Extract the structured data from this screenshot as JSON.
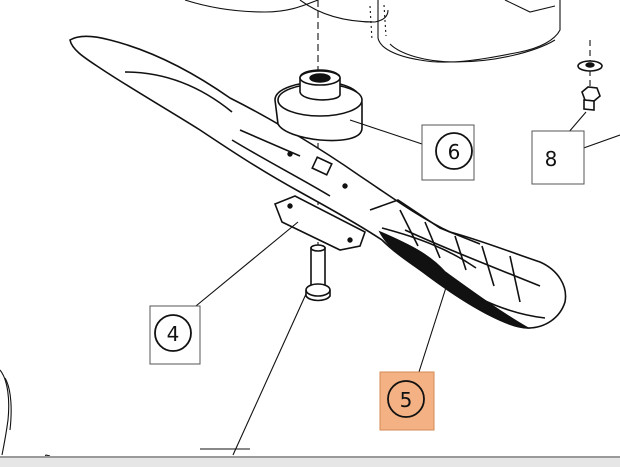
{
  "callouts": {
    "c4": {
      "label": "4"
    },
    "c5": {
      "label": "5",
      "highlight_color": "#f4b183"
    },
    "c6": {
      "label": "6"
    },
    "c8": {
      "label": "8"
    }
  }
}
